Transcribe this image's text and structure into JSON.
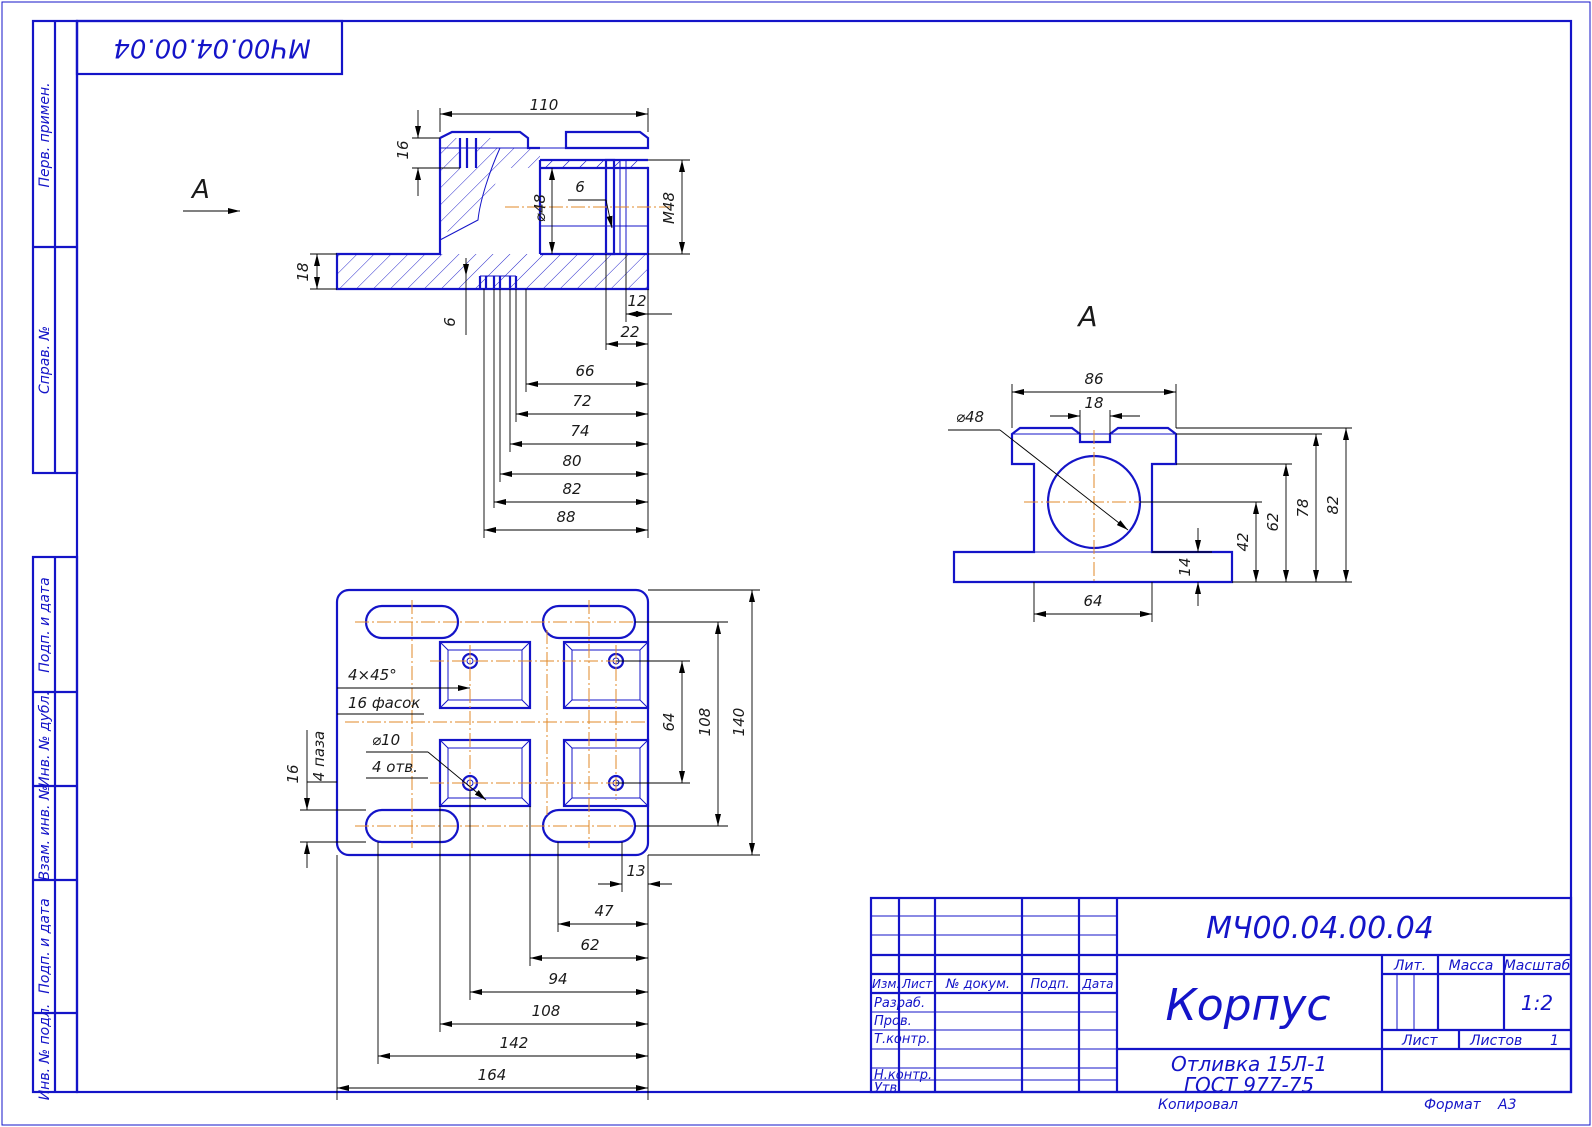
{
  "drawing_number": "МЧ00.04.00.04",
  "drawing_number_rotated": "МЧ00.04.00.04",
  "part_name": "Корпус",
  "material_line1": "Отливка 15Л-1",
  "material_line2": "ГОСТ 977-75",
  "scale_value": "1:2",
  "sheet_value": "1",
  "copied_label": "Копировал",
  "format_label": "Формат",
  "format_value": "А3",
  "title_block": {
    "lit": "Лит.",
    "mass": "Масса",
    "scale": "Масштаб",
    "sheet": "Лист",
    "sheets": "Листов",
    "izm": "Изм.",
    "list": "Лист",
    "doc_no": "№ докум.",
    "sign": "Подп.",
    "date": "Дата",
    "rows": [
      "Разраб.",
      "Пров.",
      "Т.контр.",
      "Н.контр.",
      "Утв."
    ]
  },
  "side_strip": {
    "perv": "Перв. примен.",
    "sprav": "Справ. №",
    "podp1": "Подп. и дата",
    "inv_dubl": "Инв. № дубл.",
    "vzam": "Взам. инв. №",
    "podp2": "Подп. и дата",
    "inv_podl": "Инв. № подл."
  },
  "view_arrow_label": "А",
  "view_label": "А",
  "front_dims": {
    "w110": "110",
    "h16": "16",
    "d48": "⌀48",
    "m48": "М48",
    "s6": "6",
    "h18": "18",
    "b6": "6",
    "d12": "12",
    "d22": "22",
    "d66": "66",
    "d72": "72",
    "d74": "74",
    "d80": "80",
    "d82": "82",
    "d88": "88"
  },
  "viewA_dims": {
    "w86": "86",
    "w18": "18",
    "dia48": "⌀48",
    "h42": "42",
    "h62": "62",
    "h78": "78",
    "h82": "82",
    "h14": "14",
    "w64": "64"
  },
  "plan_dims": {
    "chamfer": "4×45°",
    "chamfer_count": "16 фасок",
    "hole": "⌀10",
    "hole_count": "4 отв.",
    "slot_w": "16",
    "slot_count": "4 паза",
    "v64": "64",
    "v108": "108",
    "v140": "140",
    "h13": "13",
    "h47": "47",
    "h62": "62",
    "h94": "94",
    "h108": "108",
    "h142": "142",
    "h164": "164"
  }
}
